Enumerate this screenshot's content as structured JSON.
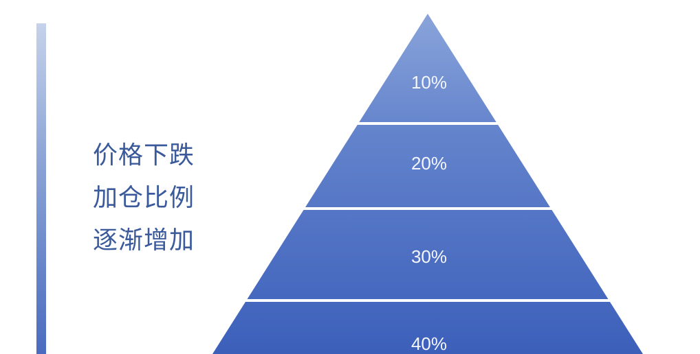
{
  "caption": {
    "line1": "价格下跌",
    "line2": "加仓比例",
    "line3": "逐渐增加"
  },
  "pyramid": {
    "tiers": [
      {
        "label": "10%"
      },
      {
        "label": "20%"
      },
      {
        "label": "30%"
      },
      {
        "label": "40%"
      }
    ]
  },
  "colors": {
    "top": "#8aa4da",
    "bottom": "#3c5fba",
    "caption": "#3a5a9c",
    "axis_bar": "#4a6bbf",
    "separator": "#ffffff"
  }
}
